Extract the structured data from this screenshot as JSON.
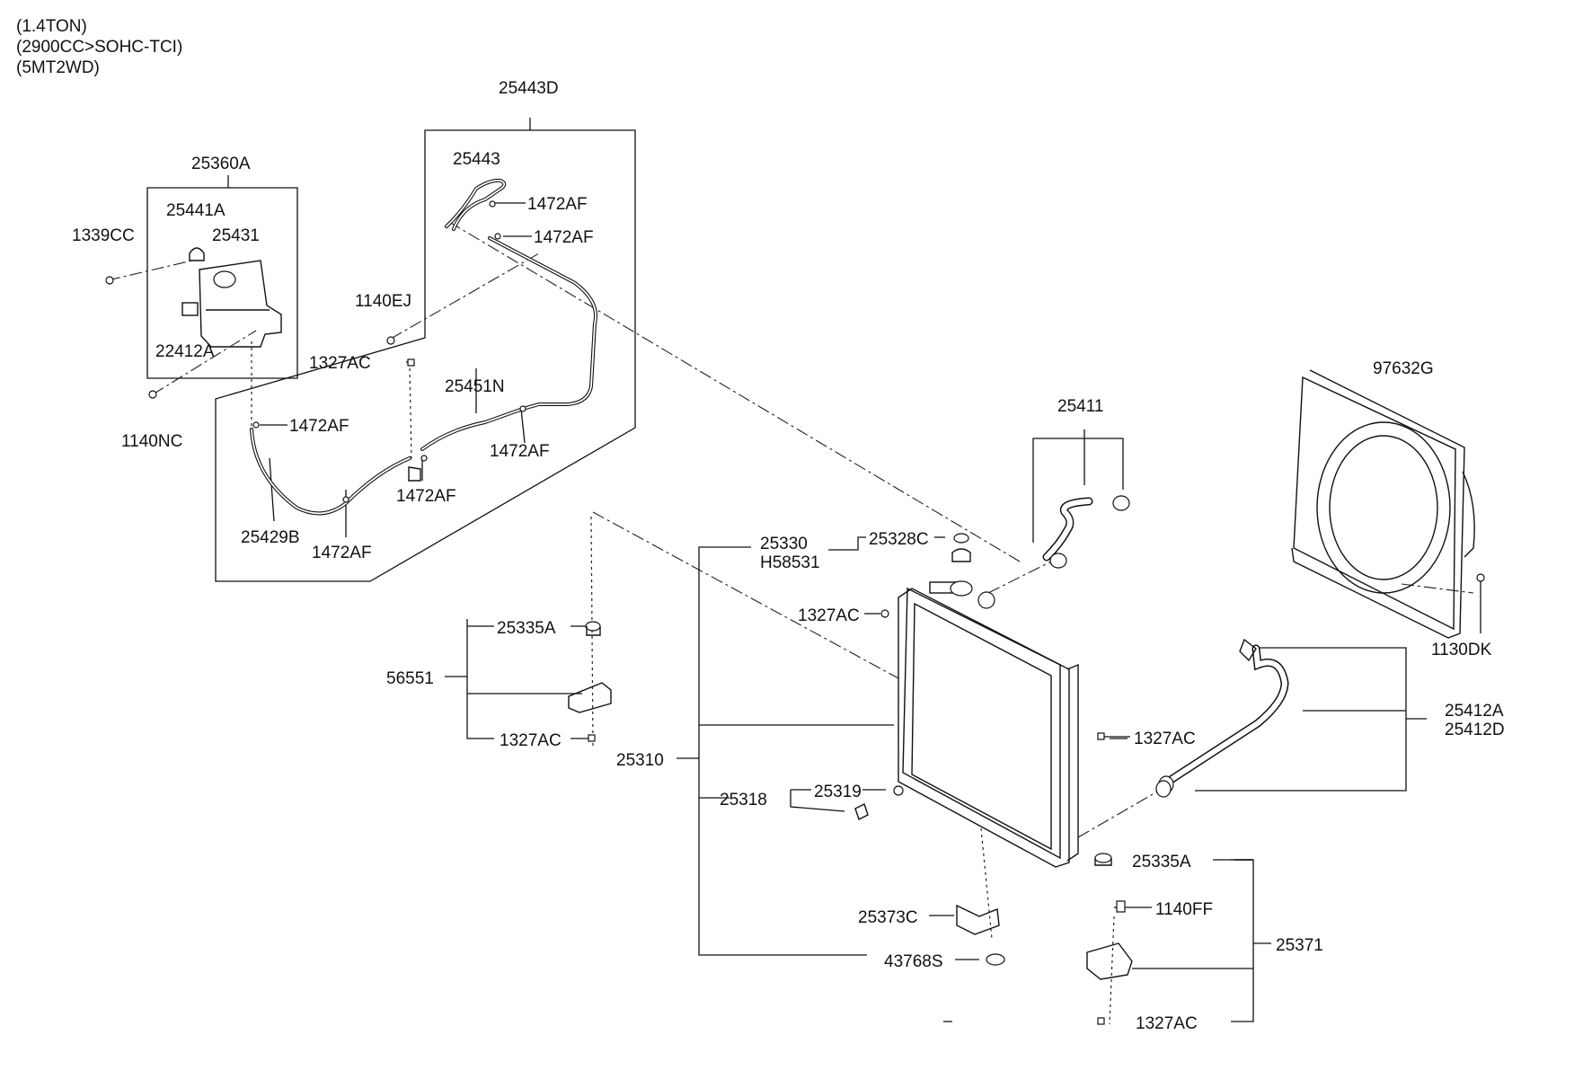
{
  "header": {
    "line1": "(1.4TON)",
    "line2": "(2900CC>SOHC-TCI)",
    "line3": "(5MT2WD)"
  },
  "labels": {
    "p25443D": "25443D",
    "p25443": "25443",
    "p1472AF_a": "1472AF",
    "p1472AF_b": "1472AF",
    "p25360A": "25360A",
    "p25441A": "25441A",
    "p25431": "25431",
    "p1339CC": "1339CC",
    "p22412A": "22412A",
    "p1140NC": "1140NC",
    "p1140EJ": "1140EJ",
    "p1327AC_a": "1327AC",
    "p25451N": "25451N",
    "p1472AF_c": "1472AF",
    "p1472AF_d": "1472AF",
    "p1472AF_e": "1472AF",
    "p1472AF_f": "1472AF",
    "p25429B": "25429B",
    "p97632G": "97632G",
    "p25411": "25411",
    "p25330": "25330",
    "pH58531": "H58531",
    "p25328C": "25328C",
    "p1327AC_b": "1327AC",
    "p25335A_a": "25335A",
    "p56551": "56551",
    "p1327AC_c": "1327AC",
    "p25310": "25310",
    "p25318": "25318",
    "p25319": "25319",
    "p1130DK": "1130DK",
    "p25412A": "25412A",
    "p25412D": "25412D",
    "p1327AC_d": "1327AC",
    "p25335A_b": "25335A",
    "p1140FF": "1140FF",
    "p25371": "25371",
    "p1327AC_e": "1327AC",
    "p25373C": "25373C",
    "p43768S": "43768S"
  }
}
